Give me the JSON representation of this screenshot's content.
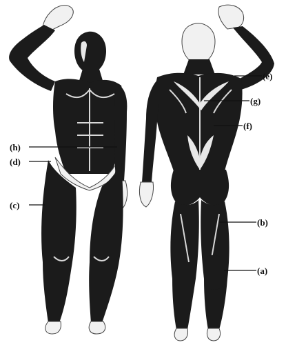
{
  "figure": {
    "colors": {
      "muscle": "#1b1b1b",
      "skin": "#f1f1f1",
      "highlight": "#e8e8e8",
      "line": "#111111"
    },
    "labels": {
      "a": "(a)",
      "b": "(b)",
      "c": "(c)",
      "d": "(d)",
      "e": "(e)",
      "f": "(f)",
      "g": "(g)",
      "h": "(h)"
    }
  }
}
